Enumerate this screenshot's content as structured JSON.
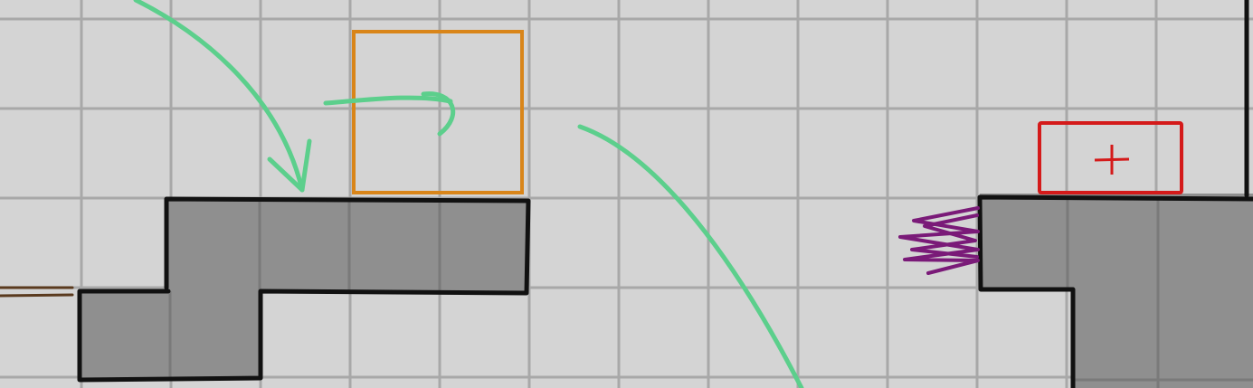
{
  "level": {
    "background_color": "#d4d4d4",
    "grid_color": "#a8a8a8",
    "block_fill": "#8f8f8f",
    "outline_color": "#111111"
  },
  "objects": [
    {
      "name": "terrain-block-upper-left",
      "kind": "terrain"
    },
    {
      "name": "terrain-block-lower-left",
      "kind": "terrain"
    },
    {
      "name": "terrain-block-right",
      "kind": "terrain"
    },
    {
      "name": "crate-box",
      "kind": "pushable",
      "color": "#d98519"
    },
    {
      "name": "spawn-point-marker",
      "kind": "spawn",
      "color": "#d41a1a"
    },
    {
      "name": "spike-trap",
      "kind": "hazard",
      "color": "#7a1a78"
    },
    {
      "name": "wooden-plank",
      "kind": "bridge",
      "color": "#5a3a1e"
    },
    {
      "name": "jump-arrow-down",
      "kind": "trajectory",
      "color": "#5ccf8c"
    },
    {
      "name": "push-arrow-right",
      "kind": "trajectory",
      "color": "#5ccf8c"
    },
    {
      "name": "jump-arcs-down",
      "kind": "trajectory",
      "color": "#5ccf8c"
    }
  ]
}
